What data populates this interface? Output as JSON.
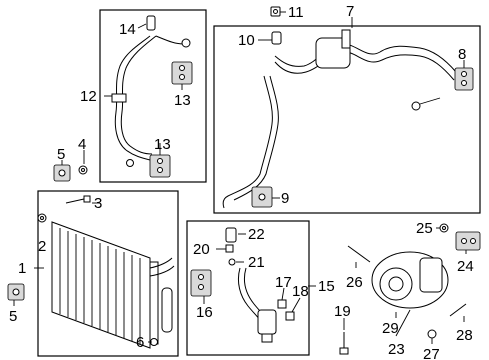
{
  "callouts": [
    "1",
    "2",
    "3",
    "4",
    "5",
    "5",
    "6",
    "7",
    "8",
    "9",
    "10",
    "11",
    "12",
    "13",
    "13",
    "14",
    "15",
    "16",
    "17",
    "18",
    "19",
    "20",
    "21",
    "22",
    "23",
    "24",
    "25",
    "26",
    "27",
    "28",
    "29"
  ],
  "icons": {
    "dowel": "bolt",
    "nut": "nut",
    "clip": "clip",
    "seal_card": "o-ring-gasket",
    "stud": "threaded-stud"
  },
  "colors": {
    "line": "#000000",
    "fill": "#ffffff",
    "shade": "#d9d9d9"
  }
}
